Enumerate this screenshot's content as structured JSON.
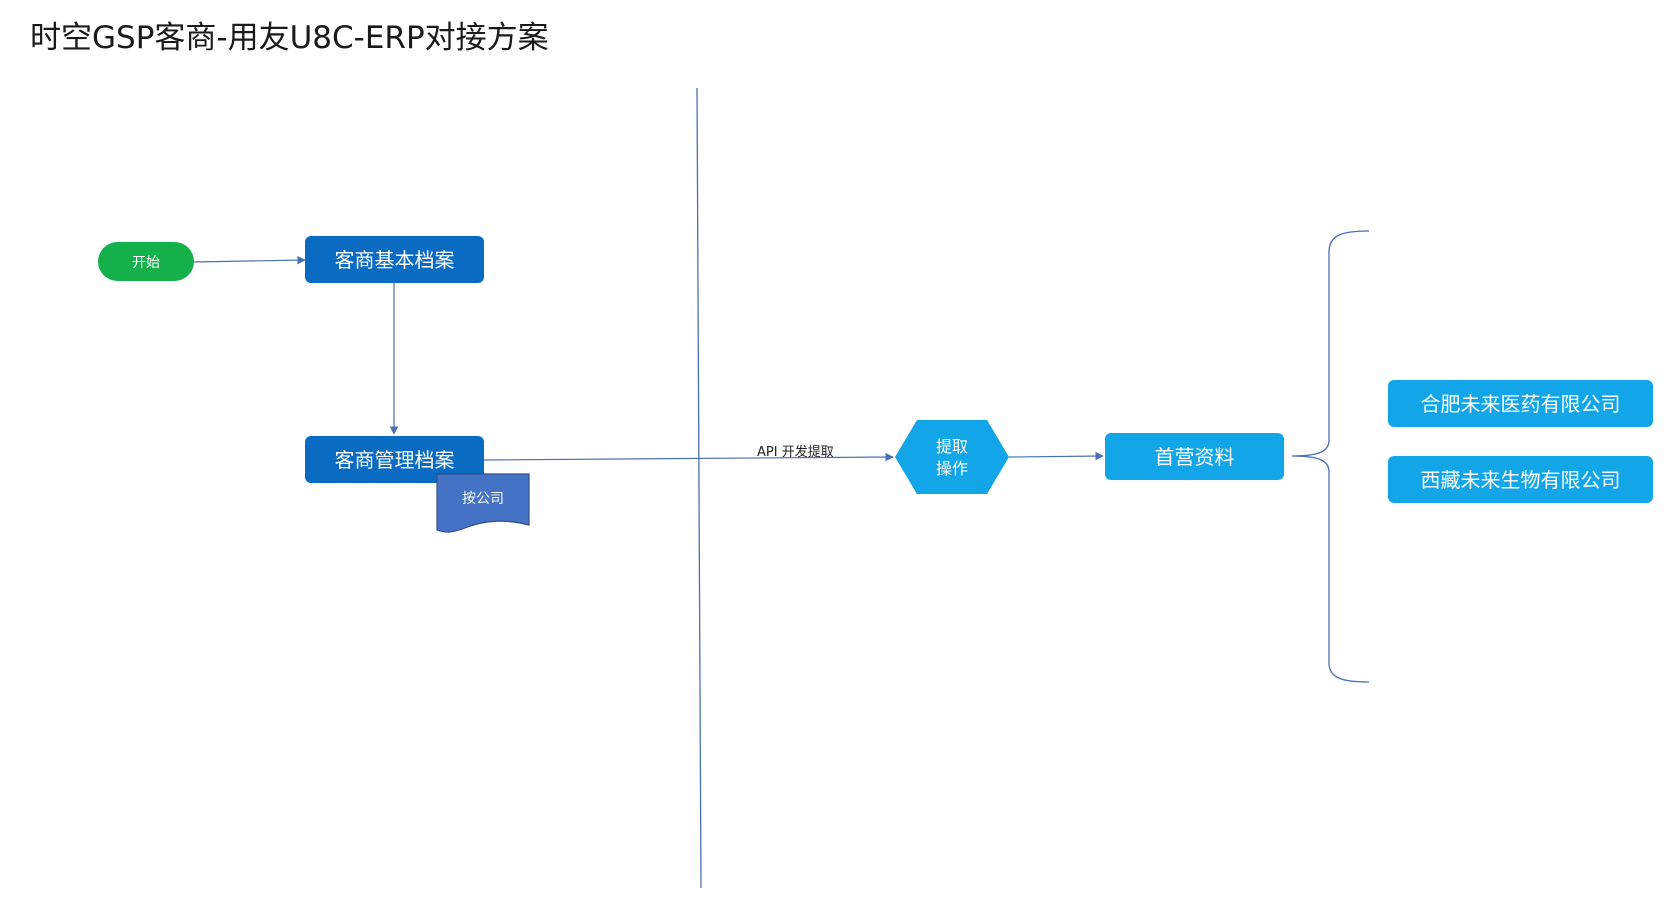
{
  "title": "时空GSP客商-用友U8C-ERP对接方案",
  "nodes": {
    "start": "开始",
    "basic_archive": "客商基本档案",
    "manage_archive": "客商管理档案",
    "by_company": "按公司",
    "extract_line1": "提取",
    "extract_line2": "操作",
    "first_data": "首营资料",
    "company_hefei": "合肥未来医药有限公司",
    "company_tibet": "西藏未来生物有限公司"
  },
  "edges": {
    "api_label": "API 开发提取"
  },
  "colors": {
    "start": "#14b14b",
    "dark_blue": "#0a6bc2",
    "light_blue": "#12a6e8",
    "document": "#4472c4",
    "line": "#4a6fb5"
  }
}
